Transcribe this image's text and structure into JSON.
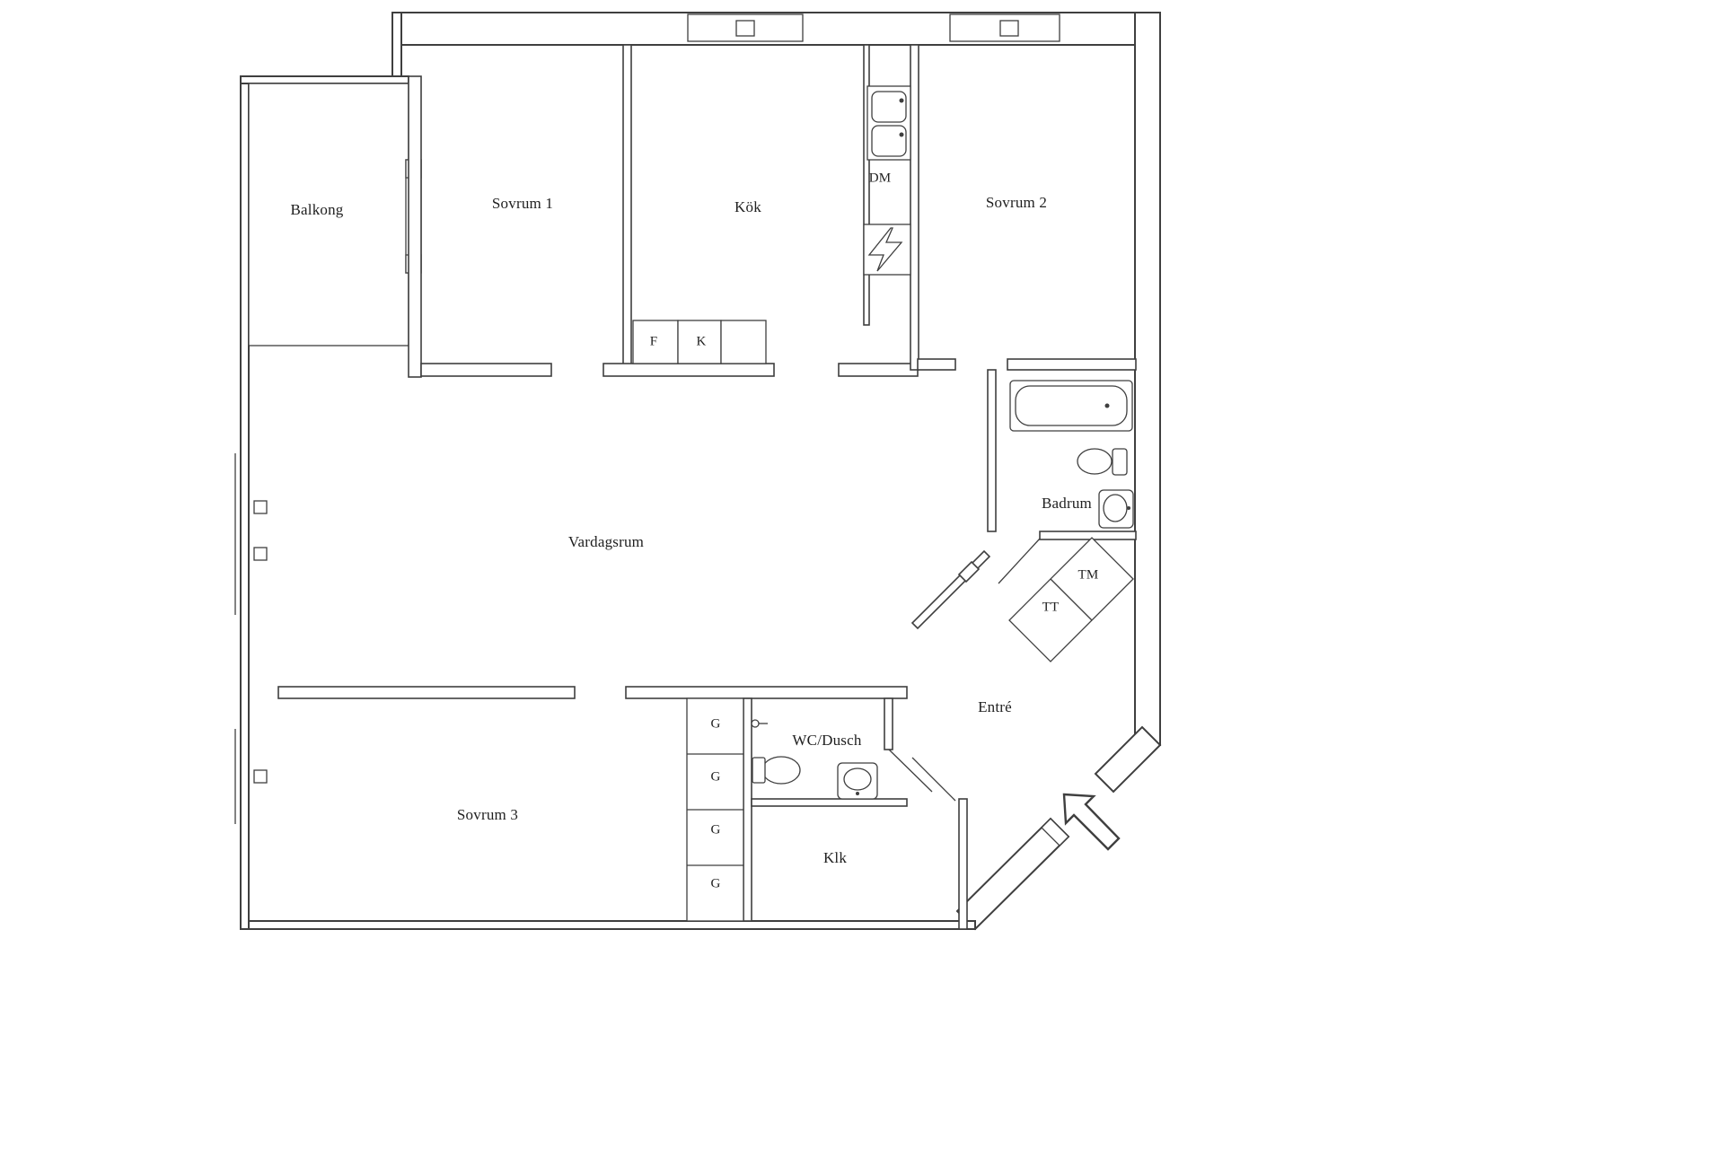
{
  "meta": {
    "type": "floor-plan",
    "language": "Swedish",
    "background_color": "#ffffff",
    "line_color": "#3f3f3f",
    "text_color": "#1f1f1f"
  },
  "rooms": [
    {
      "id": "balkong",
      "label": "Balkong"
    },
    {
      "id": "sovrum1",
      "label": "Sovrum 1"
    },
    {
      "id": "kok",
      "label": "Kök"
    },
    {
      "id": "sovrum2",
      "label": "Sovrum 2"
    },
    {
      "id": "vardagsrum",
      "label": "Vardagsrum"
    },
    {
      "id": "badrum",
      "label": "Badrum"
    },
    {
      "id": "entre",
      "label": "Entré"
    },
    {
      "id": "wc-dusch",
      "label": "WC/Dusch"
    },
    {
      "id": "sovrum3",
      "label": "Sovrum 3"
    },
    {
      "id": "klk",
      "label": "Klk"
    }
  ],
  "fixtures": [
    {
      "id": "dm",
      "label": "DM",
      "meaning": "dishwasher"
    },
    {
      "id": "f",
      "label": "F",
      "meaning": "fridge"
    },
    {
      "id": "k",
      "label": "K",
      "meaning": "freezer"
    },
    {
      "id": "tm",
      "label": "TM",
      "meaning": "washing machine"
    },
    {
      "id": "tt",
      "label": "TT",
      "meaning": "tumble dryer"
    },
    {
      "id": "g1",
      "label": "G",
      "meaning": "wardrobe"
    },
    {
      "id": "g2",
      "label": "G",
      "meaning": "wardrobe"
    },
    {
      "id": "g3",
      "label": "G",
      "meaning": "wardrobe"
    },
    {
      "id": "g4",
      "label": "G",
      "meaning": "wardrobe"
    }
  ]
}
